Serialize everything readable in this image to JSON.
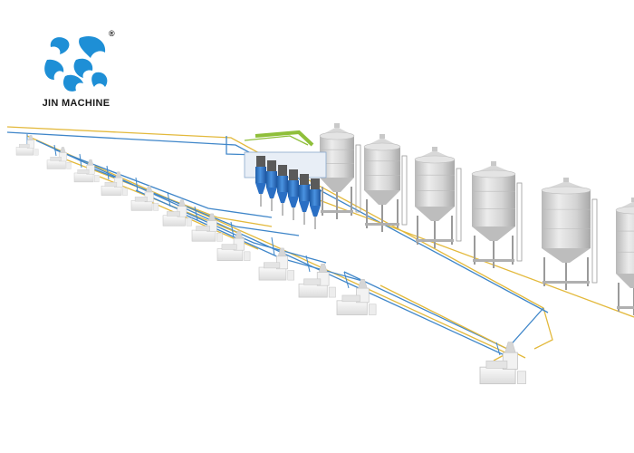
{
  "brand": {
    "name": "JIN MACHINE",
    "registered_mark": "®",
    "logo_icon": "jin-machine-logo-icon",
    "color": "#1e8fd6"
  },
  "colors": {
    "pipe_blue": "#3f86c9",
    "pipe_yellow": "#e3b93c",
    "pipe_green": "#8fbf3a",
    "silo_light": "#e6e6e6",
    "silo_mid": "#c9c9c9",
    "silo_dark": "#a6a6a6",
    "hopper_blue": "#2a6fc4",
    "machine_white": "#f2f2f2",
    "machine_edge": "#c8c8c8"
  },
  "scene": {
    "silo_count": 6,
    "machine_count": 12,
    "hopper_count": 6
  }
}
